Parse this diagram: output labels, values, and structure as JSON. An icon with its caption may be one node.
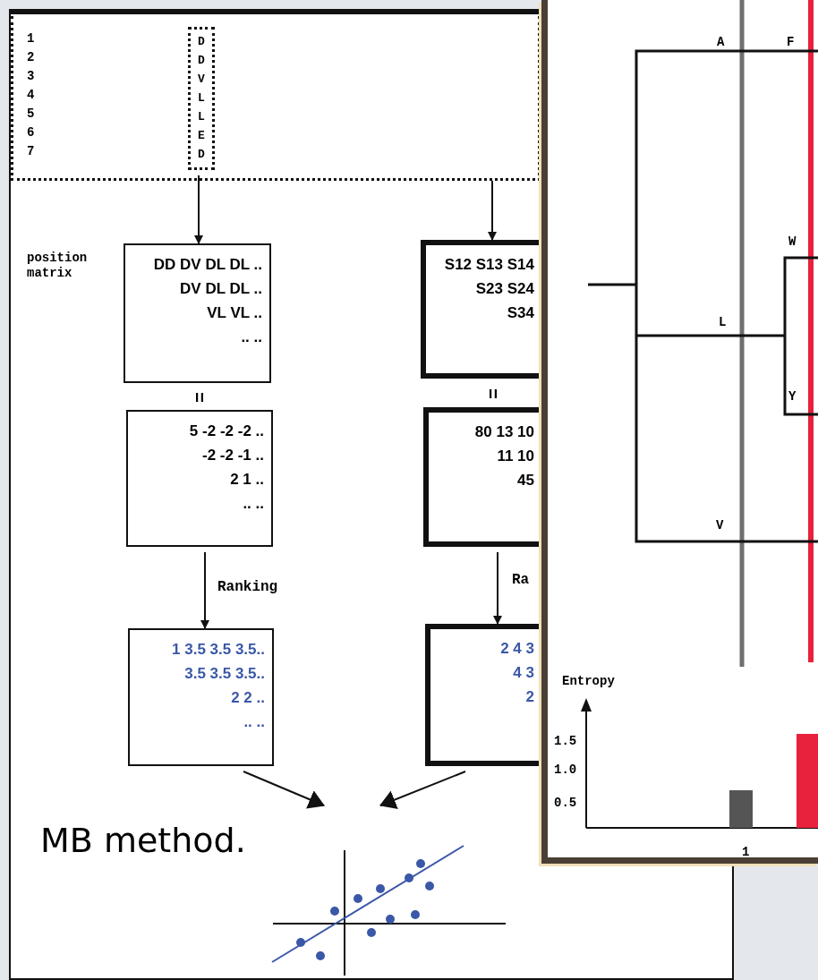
{
  "diagram": {
    "caption": "MB method.",
    "nodes": [
      {
        "text": [],
        "shape": "box"
      },
      {
        "text": [
          "D",
          "D",
          "V",
          "L",
          "L",
          "E",
          "D"
        ],
        "in": 0
      },
      {
        "text": [
          "DD DV DL DL ..",
          "DV DL DL ..",
          "VL VL ..",
          ".. .."
        ],
        "beside": [
          "position matrix"
        ]
      },
      {
        "text": [
          "5 -2 -2 -2 ..",
          "-2 -2 -1 ..",
          "2 1 ..",
          ".. .."
        ]
      },
      {
        "text": [
          "1 3.5 3.5 3.5..",
          "3.5 3.5 3.5..",
          "2 2 ..",
          ".. .."
        ]
      },
      {
        "text": [
          "S12 S13 S14",
          "S23 S24",
          "S34"
        ]
      },
      {
        "text": [
          "80 13 10",
          "11 10",
          "45"
        ]
      },
      {
        "text": [
          "2 4 3",
          "4 3",
          "2"
        ]
      },
      {
        "text": [],
        "shape": "picture"
      }
    ],
    "edges": [
      {
        "from": 1,
        "to": 2,
        "arrow": "to"
      },
      {
        "from": 0,
        "to": 5,
        "arrow": "to"
      },
      {
        "from": 3,
        "to": 4,
        "arrow": "to",
        "label": "Ranking"
      },
      {
        "from": 6,
        "to": 7,
        "arrow": "to",
        "label": "Ra"
      },
      {
        "from": 4,
        "to": 8,
        "arrow": "to"
      },
      {
        "from": 7,
        "to": 8,
        "arrow": "to"
      }
    ],
    "labels": [
      "1",
      "2",
      "3",
      "4",
      "5",
      "6",
      "7",
      "=",
      "=",
      "A",
      "F",
      "W",
      "L",
      "Y",
      "V",
      "Entropy",
      "1.5",
      "1.0",
      "0.5",
      "1"
    ]
  }
}
